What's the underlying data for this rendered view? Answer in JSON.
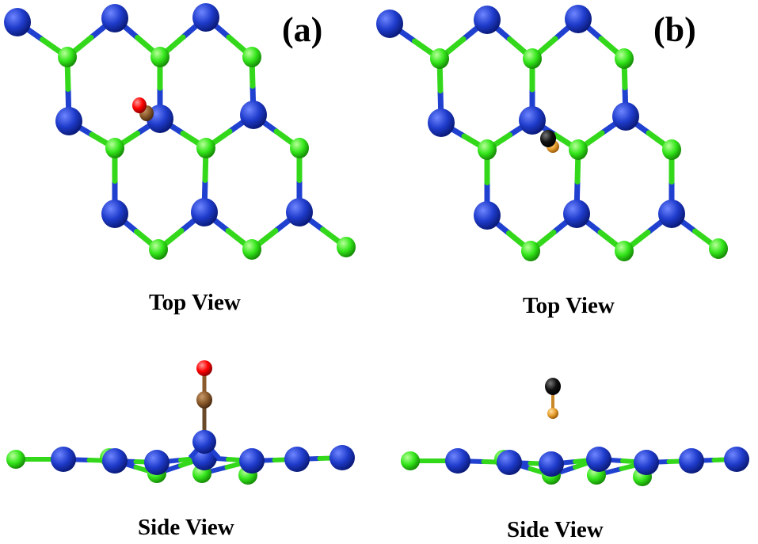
{
  "panels": [
    {
      "label": "(a)",
      "top_view_label": "Top View",
      "side_view_label": "Side View",
      "adsorbate": {
        "upper_atom_color": "#ff0000",
        "lower_atom_color": "#8b5a2b"
      }
    },
    {
      "label": "(b)",
      "top_view_label": "Top View",
      "side_view_label": "Side View",
      "adsorbate": {
        "upper_atom_color": "#000000",
        "lower_atom_color": "#e8a030"
      }
    }
  ],
  "colors": {
    "large_atom": "#1a3bc8",
    "small_atom": "#33e81a",
    "bond_large_half": "#2040d0",
    "bond_small_half": "#33d81a"
  }
}
